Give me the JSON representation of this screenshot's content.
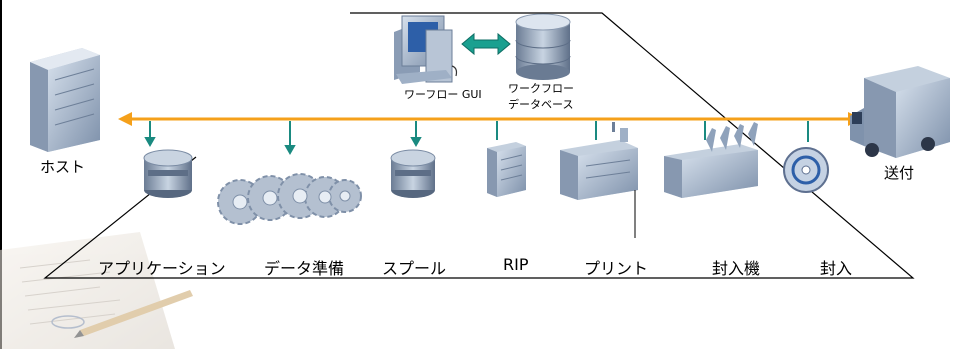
{
  "diagram": {
    "workstation_label": "ワーフロー GUI",
    "database_label_line1": "ワークフロー",
    "database_label_line2": "データベース",
    "host_label": "ホスト",
    "delivery_label": "送付",
    "stages": [
      {
        "label": "アプリケーション"
      },
      {
        "label": "データ準備"
      },
      {
        "label": "スプール"
      },
      {
        "label": "RIP"
      },
      {
        "label": "プリント"
      },
      {
        "label": "封入機"
      },
      {
        "label": "封入"
      }
    ],
    "colors": {
      "timeline": "#f5a01a",
      "connector": "#1a8a80",
      "db_link": "#1aa090",
      "outline": "#000000",
      "device": "#9fb1c8",
      "device_dark": "#6c7f99"
    }
  }
}
